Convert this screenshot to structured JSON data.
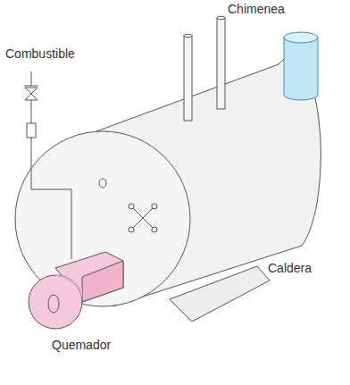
{
  "diagram": {
    "labels": [
      "Chimenea",
      "Combustible",
      "Caldera",
      "Quemador"
    ]
  }
}
